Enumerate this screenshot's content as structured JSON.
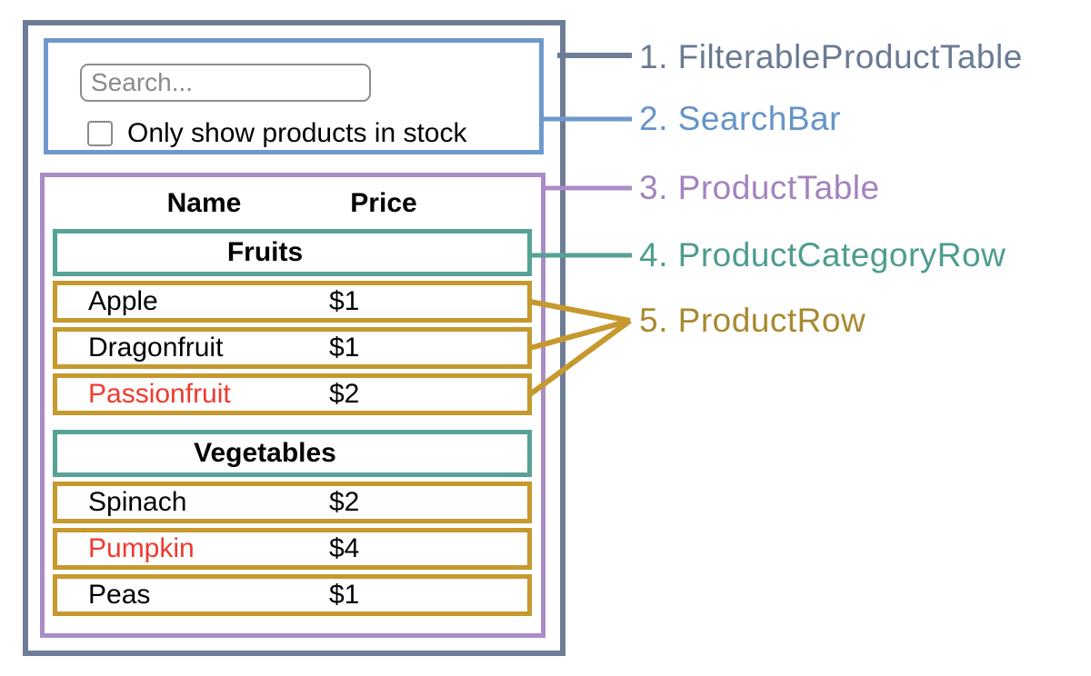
{
  "colors": {
    "filterable_product_table": "#6E7D97",
    "search_bar": "#6F99CC",
    "product_table": "#AA8CC6",
    "product_category_row": "#57A296",
    "product_row": "#C6992F",
    "out_of_stock_text": "#F1392D"
  },
  "search_bar": {
    "placeholder": "Search...",
    "checkbox_label": "Only show products in stock",
    "checkbox_checked": false
  },
  "table": {
    "name_header": "Name",
    "price_header": "Price",
    "sections": [
      {
        "category": "Fruits",
        "rows": [
          {
            "name": "Apple",
            "price": "$1",
            "out_of_stock": false
          },
          {
            "name": "Dragonfruit",
            "price": "$1",
            "out_of_stock": false
          },
          {
            "name": "Passionfruit",
            "price": "$2",
            "out_of_stock": true
          }
        ]
      },
      {
        "category": "Vegetables",
        "rows": [
          {
            "name": "Spinach",
            "price": "$2",
            "out_of_stock": false
          },
          {
            "name": "Pumpkin",
            "price": "$4",
            "out_of_stock": true
          },
          {
            "name": "Peas",
            "price": "$1",
            "out_of_stock": false
          }
        ]
      }
    ]
  },
  "legend": [
    {
      "label": "1. FilterableProductTable",
      "color": "#6B7A93"
    },
    {
      "label": "2. SearchBar",
      "color": "#6593C7"
    },
    {
      "label": "3. ProductTable",
      "color": "#A383BE"
    },
    {
      "label": "4. ProductCategoryRow",
      "color": "#4D9C8F"
    },
    {
      "label": "5. ProductRow",
      "color": "#A8892F"
    }
  ]
}
